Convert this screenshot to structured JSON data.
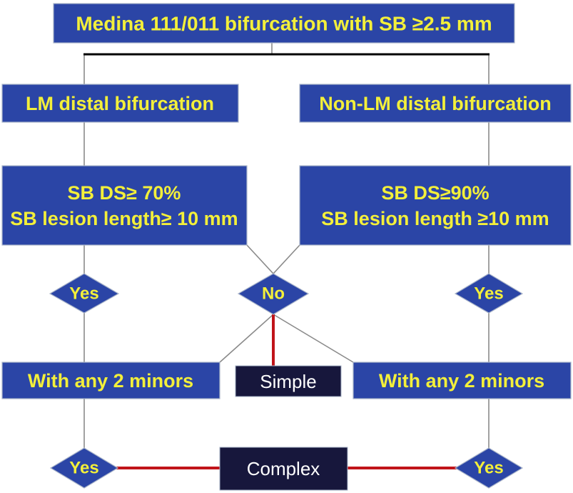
{
  "colors": {
    "box_fill": "#2b45a6",
    "box_stroke": "#a9b4c9",
    "dark_fill": "#17173c",
    "text_yellow": "#f3ef3a",
    "text_white": "#ffffff",
    "connector": "#8a8a8a",
    "header_bar": "#000000",
    "complex_line": "#c0141a"
  },
  "nodes": {
    "top": "Medina 111/011 bifurcation with SB ≥2.5 mm",
    "lm": "LM distal bifurcation",
    "non_lm": "Non-LM distal bifurcation",
    "lm_criteria_1": "SB DS≥ 70%",
    "lm_criteria_2": "SB lesion length≥ 10 mm",
    "nonlm_criteria_1": "SB DS≥90%",
    "nonlm_criteria_2": "SB lesion length ≥10 mm",
    "yes_left": "Yes",
    "no_center": "No",
    "yes_right": "Yes",
    "minors_left": "With any 2 minors",
    "simple": "Simple",
    "minors_right": "With any 2 minors",
    "yes_bottom_left": "Yes",
    "complex": "Complex",
    "yes_bottom_right": "Yes"
  }
}
